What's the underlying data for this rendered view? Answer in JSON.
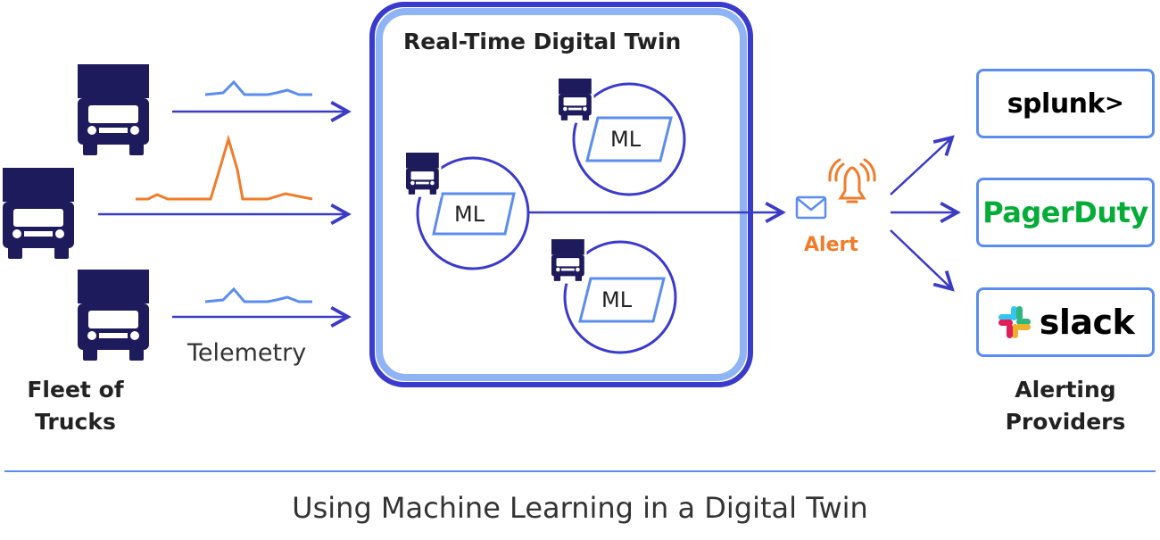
{
  "twin": {
    "title": "Real-Time Digital Twin",
    "ml_label": "ML"
  },
  "telemetry_label": "Telemetry",
  "fleet_label": {
    "line1": "Fleet of",
    "line2": "Trucks"
  },
  "alert_label": "Alert",
  "providers_label": {
    "line1": "Alerting",
    "line2": "Providers"
  },
  "providers": {
    "splunk": "splunk",
    "splunk_mark": ">",
    "pagerduty": "PagerDuty",
    "slack": "slack"
  },
  "caption": "Using Machine Learning in a Digital Twin",
  "colors": {
    "truck": "#1e1b5c",
    "arrow": "#3b3bc4",
    "twin_border": "#3a3acc",
    "twin_inner": "#8fb4f5",
    "spike": "#f07c2a",
    "signal": "#5b8def",
    "alert": "#f07c2a",
    "divider": "#5b8def"
  }
}
